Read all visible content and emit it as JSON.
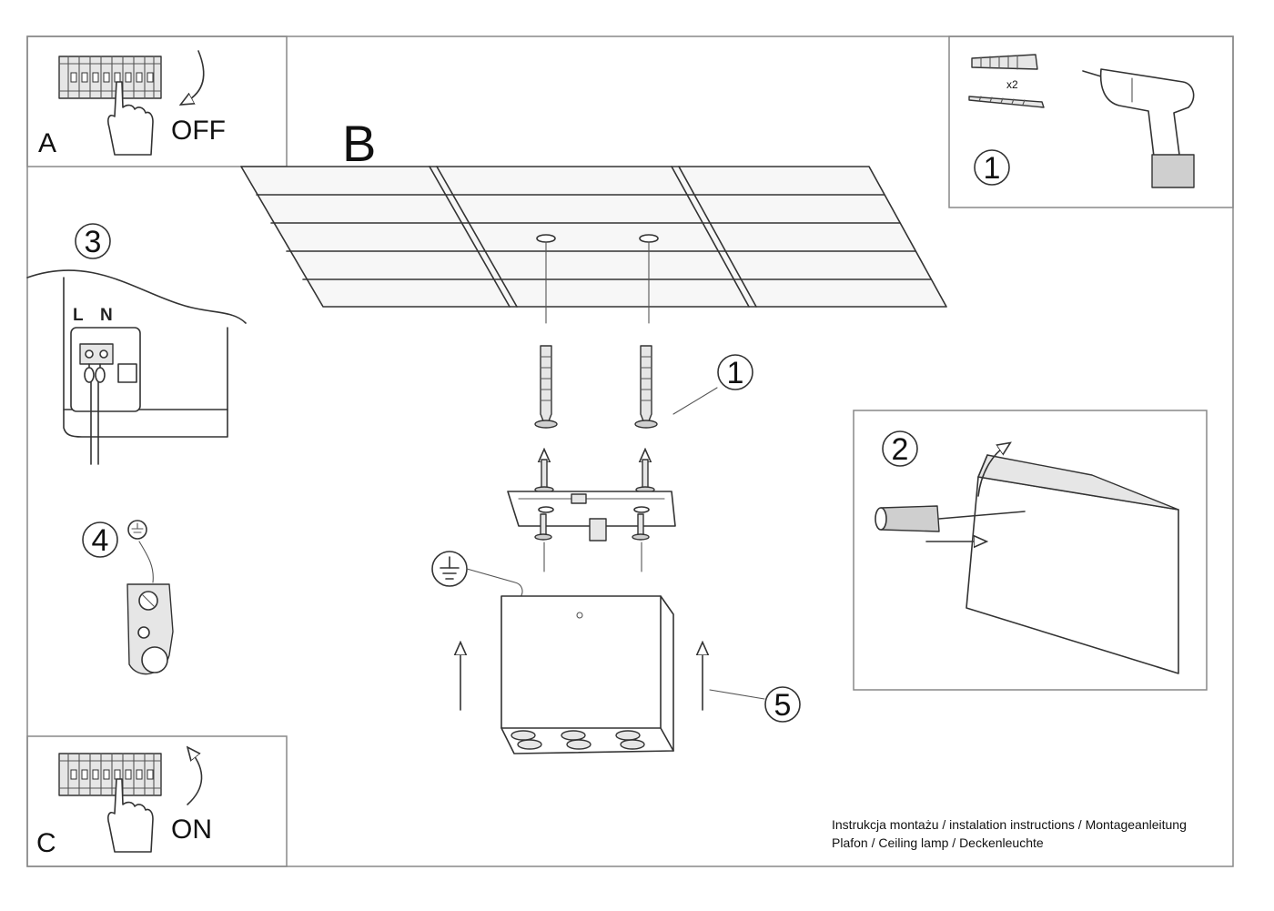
{
  "panel_a": {
    "letter": "A",
    "action": "OFF"
  },
  "panel_b": {
    "letter": "B"
  },
  "panel_c": {
    "letter": "C",
    "action": "ON"
  },
  "tools": {
    "step": "1",
    "quantity": "x2"
  },
  "wiring": {
    "step": "3",
    "live": "L",
    "neutral": "N"
  },
  "ground": {
    "step": "4"
  },
  "assembly": {
    "step_screws": "1",
    "step_mount": "5"
  },
  "open_box": {
    "step": "2"
  },
  "footer": {
    "line1": "Instrukcja montażu / instalation instructions / Montageanleitung",
    "line2": "Plafon / Ceiling lamp / Deckenleuchte"
  }
}
